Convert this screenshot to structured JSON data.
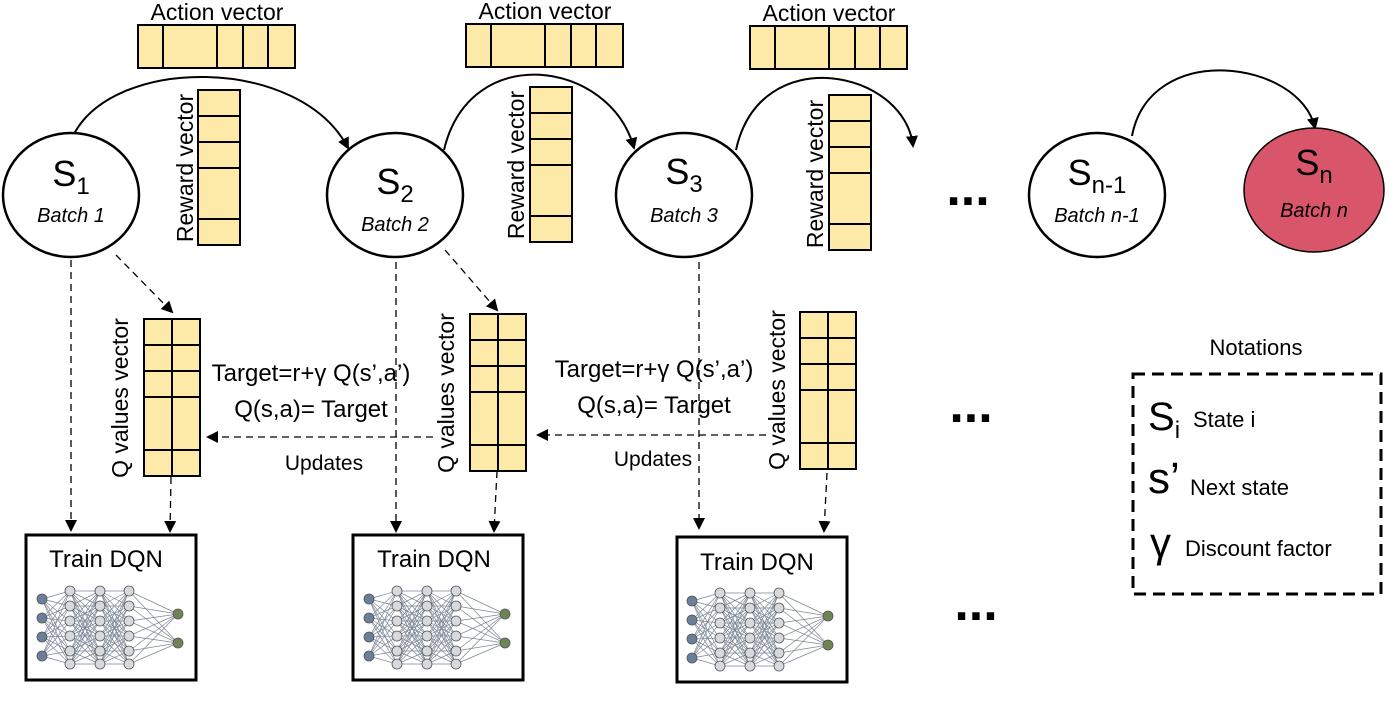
{
  "colors": {
    "vector_fill": "#fde9a8",
    "terminal_state_fill": "#d9566a",
    "line": "#000000",
    "nn_input_node": "#6a7f99",
    "nn_hidden_node": "#d7d9de",
    "nn_output_node": "#6f8455"
  },
  "labels": {
    "action_vector": "Action vector",
    "reward_vector": "Reward vector",
    "q_values_vector": "Q values vector",
    "target_formula": "Target=r+γ Q(s’,a’)",
    "q_update": "Q(s,a)= Target",
    "updates": "Updates",
    "train_dqn": "Train DQN",
    "ellipsis": "..."
  },
  "states": [
    {
      "symbol": "S",
      "sub": "1",
      "batch": "Batch 1"
    },
    {
      "symbol": "S",
      "sub": "2",
      "batch": "Batch 2"
    },
    {
      "symbol": "S",
      "sub": "3",
      "batch": "Batch 3"
    },
    {
      "symbol": "S",
      "sub": "n-1",
      "batch": "Batch n-1"
    },
    {
      "symbol": "S",
      "sub": "n",
      "batch": "Batch n"
    }
  ],
  "notations": {
    "title": "Notations",
    "items": [
      {
        "symbol": "S",
        "sub": "i",
        "text": "State i"
      },
      {
        "symbol": "s’",
        "sub": "",
        "text": "Next state"
      },
      {
        "symbol": "γ",
        "sub": "",
        "text": "Discount factor"
      }
    ]
  },
  "icons": {
    "network": "neural-network-icon",
    "arrow": "arrowhead-icon"
  }
}
